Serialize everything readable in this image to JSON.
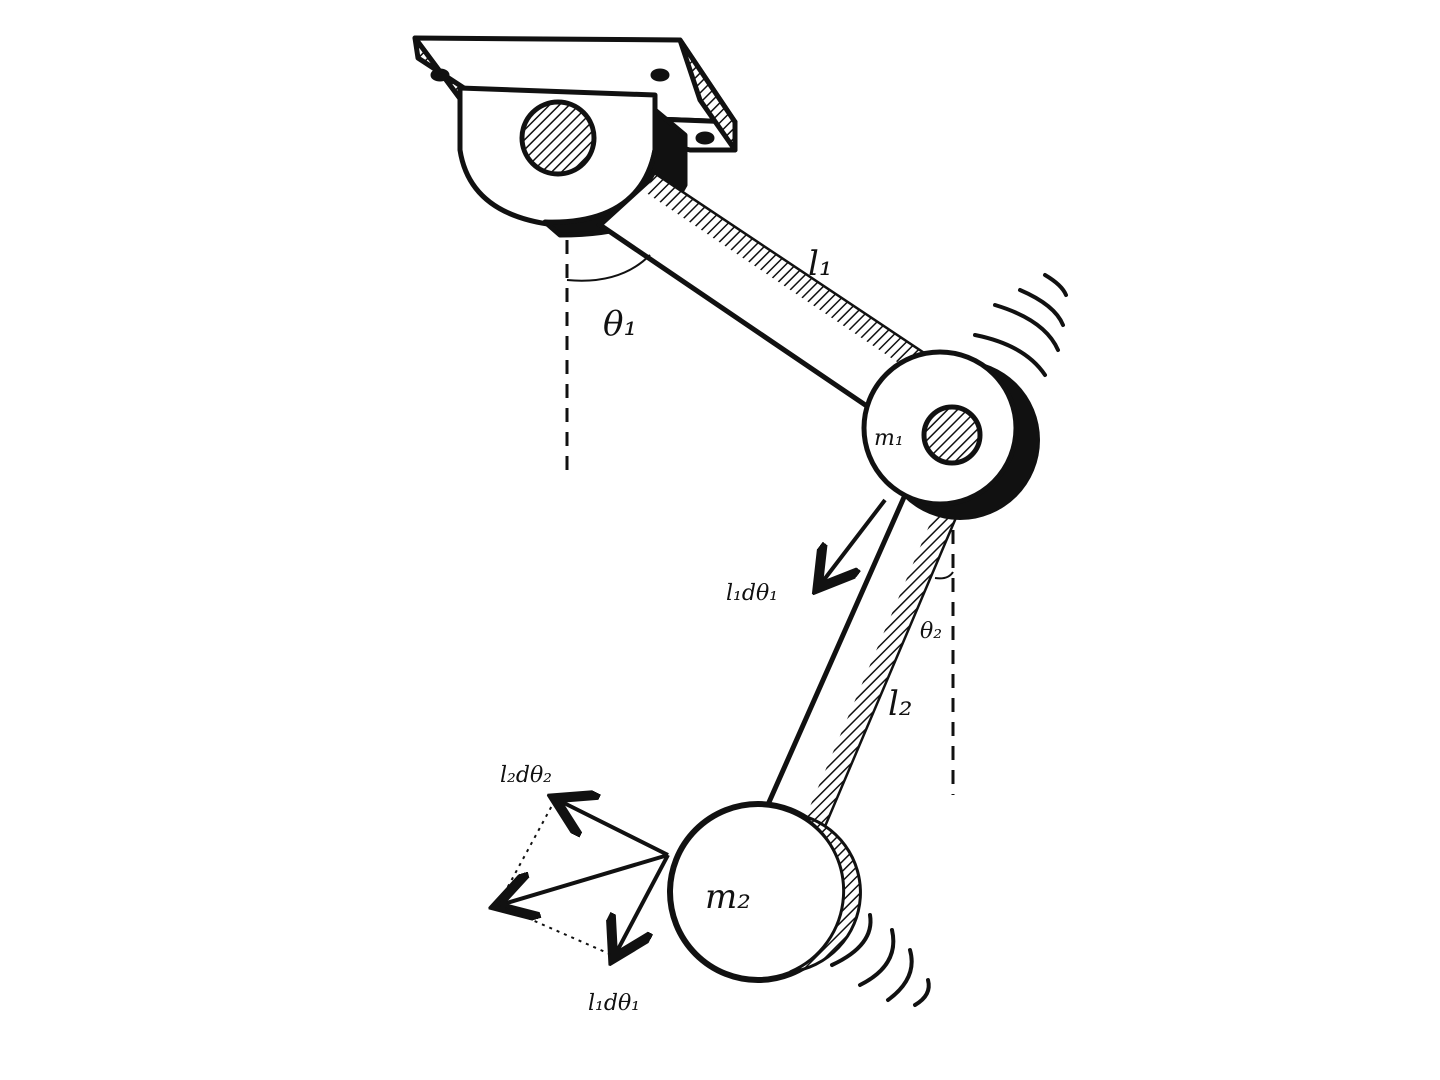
{
  "title": "Double pendulum sketch",
  "labels": {
    "l1": "l₁",
    "theta1": "θ₁",
    "m1": "m₁",
    "l1_dtheta1_upper": "l₁dθ₁",
    "theta2": "θ₂",
    "l2": "l₂",
    "l2_dtheta2": "l₂dθ₂",
    "m2": "m₂",
    "l1_dtheta1_lower": "l₁dθ₁"
  },
  "colors": {
    "ink": "#111111",
    "paper": "#ffffff"
  }
}
